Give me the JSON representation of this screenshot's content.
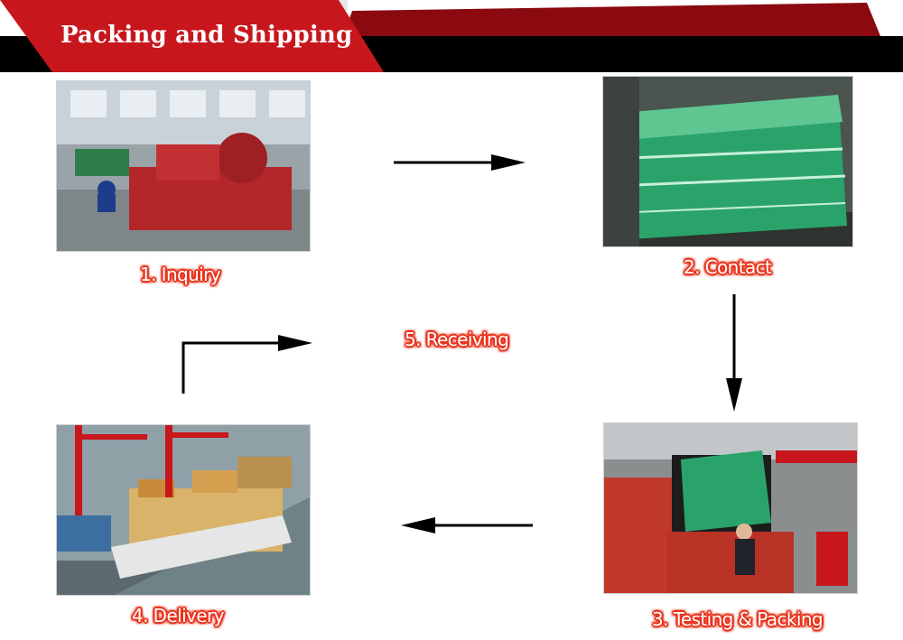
{
  "header": {
    "title": "Packing and Shipping"
  },
  "steps": [
    {
      "label": "1. Inquiry"
    },
    {
      "label": "2. Contact"
    },
    {
      "label": "3. Testing & Packing"
    },
    {
      "label": "4. Delivery"
    },
    {
      "label": "5. Receiving"
    }
  ],
  "colors": {
    "banner_red": "#c8161d",
    "banner_dark": "#8a0a10",
    "label_red": "#e8331c"
  }
}
